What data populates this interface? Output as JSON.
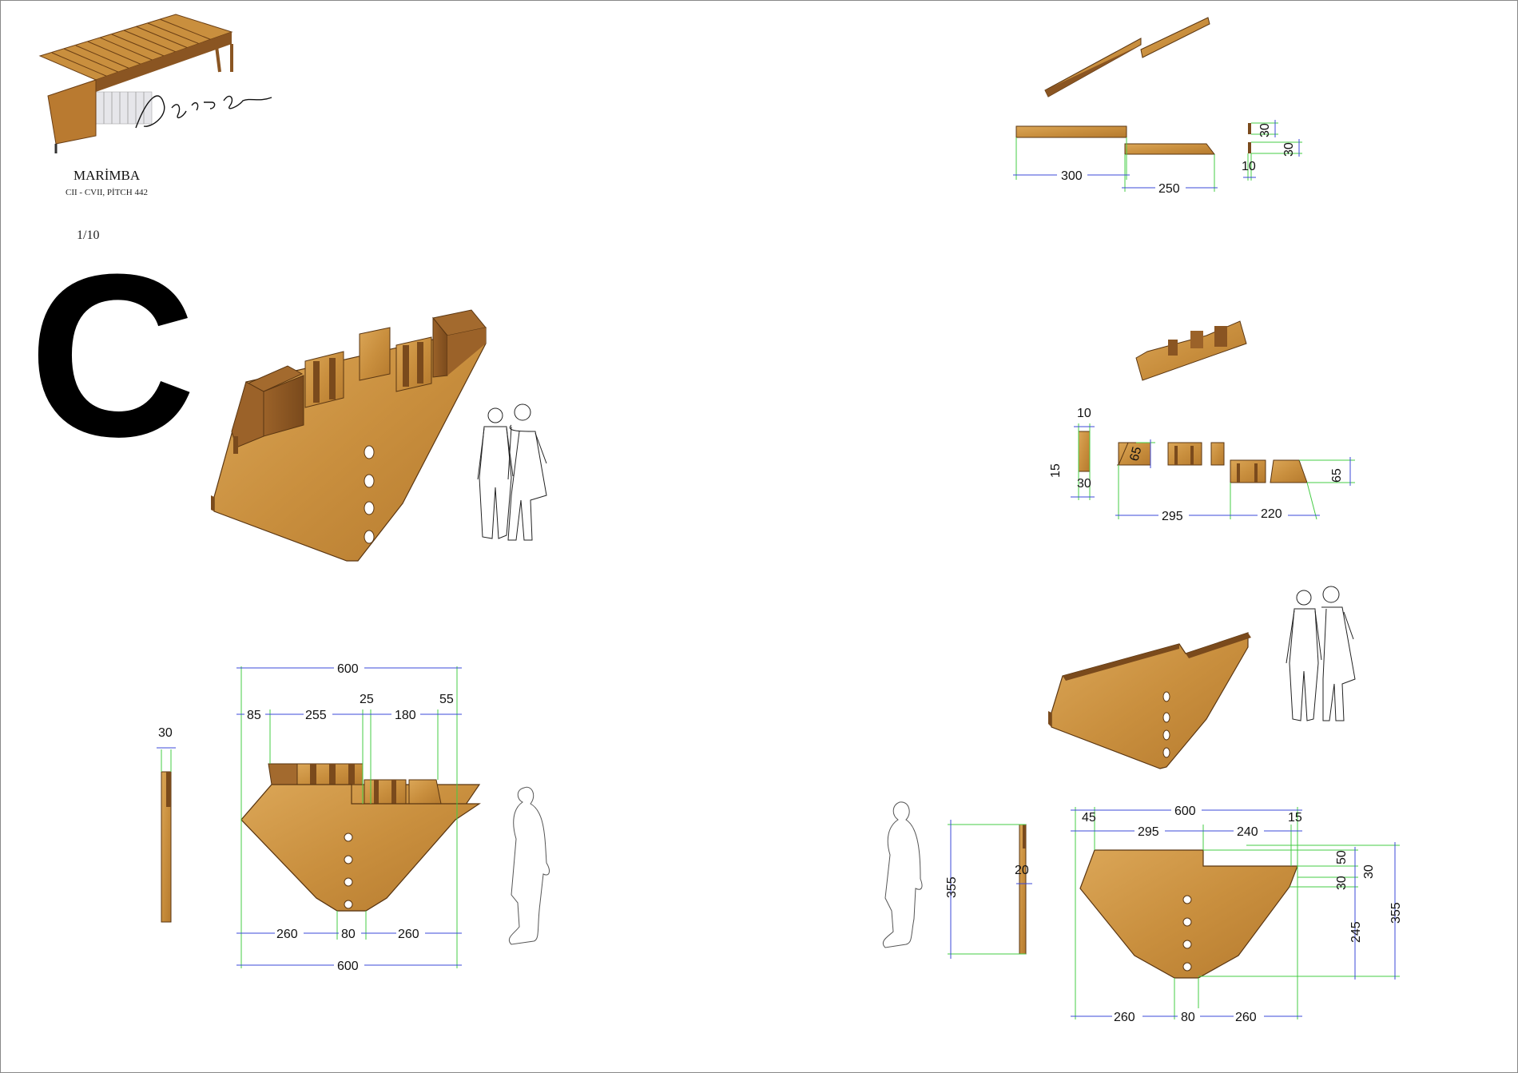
{
  "title": {
    "name": "MARİMBA",
    "subtitle": "CII - CVII, PİTCH 442",
    "scale": "1/10",
    "sheet_letter": "C",
    "signature": "Çetkay Önce"
  },
  "dimensions": {
    "top_parts": {
      "a": "300",
      "b": "250",
      "c": "30",
      "d": "30",
      "e": "10"
    },
    "mid_parts": {
      "a": "10",
      "b": "15",
      "c": "30",
      "d": "65",
      "e": "295",
      "f": "220",
      "g": "65"
    },
    "front_left": {
      "top_total": "600",
      "s85": "85",
      "s255": "255",
      "s25": "25",
      "s180": "180",
      "s55": "55",
      "thick": "30",
      "b260a": "260",
      "b80": "80",
      "b260b": "260",
      "bottom_total": "600"
    },
    "front_right": {
      "top_total": "600",
      "s45": "45",
      "s295": "295",
      "s240": "240",
      "s15": "15",
      "r50": "50",
      "r30a": "30",
      "r30b": "30",
      "r245": "245",
      "r355": "355",
      "side355": "355",
      "side20": "20",
      "b260a": "260",
      "b80": "80",
      "b260b": "260"
    }
  },
  "colors": {
    "wood": "#c98f3e",
    "wood_light": "#dca65a",
    "wood_dark": "#8a5522",
    "dim_line": "#3b48d8",
    "ext_line": "#44cc44"
  }
}
